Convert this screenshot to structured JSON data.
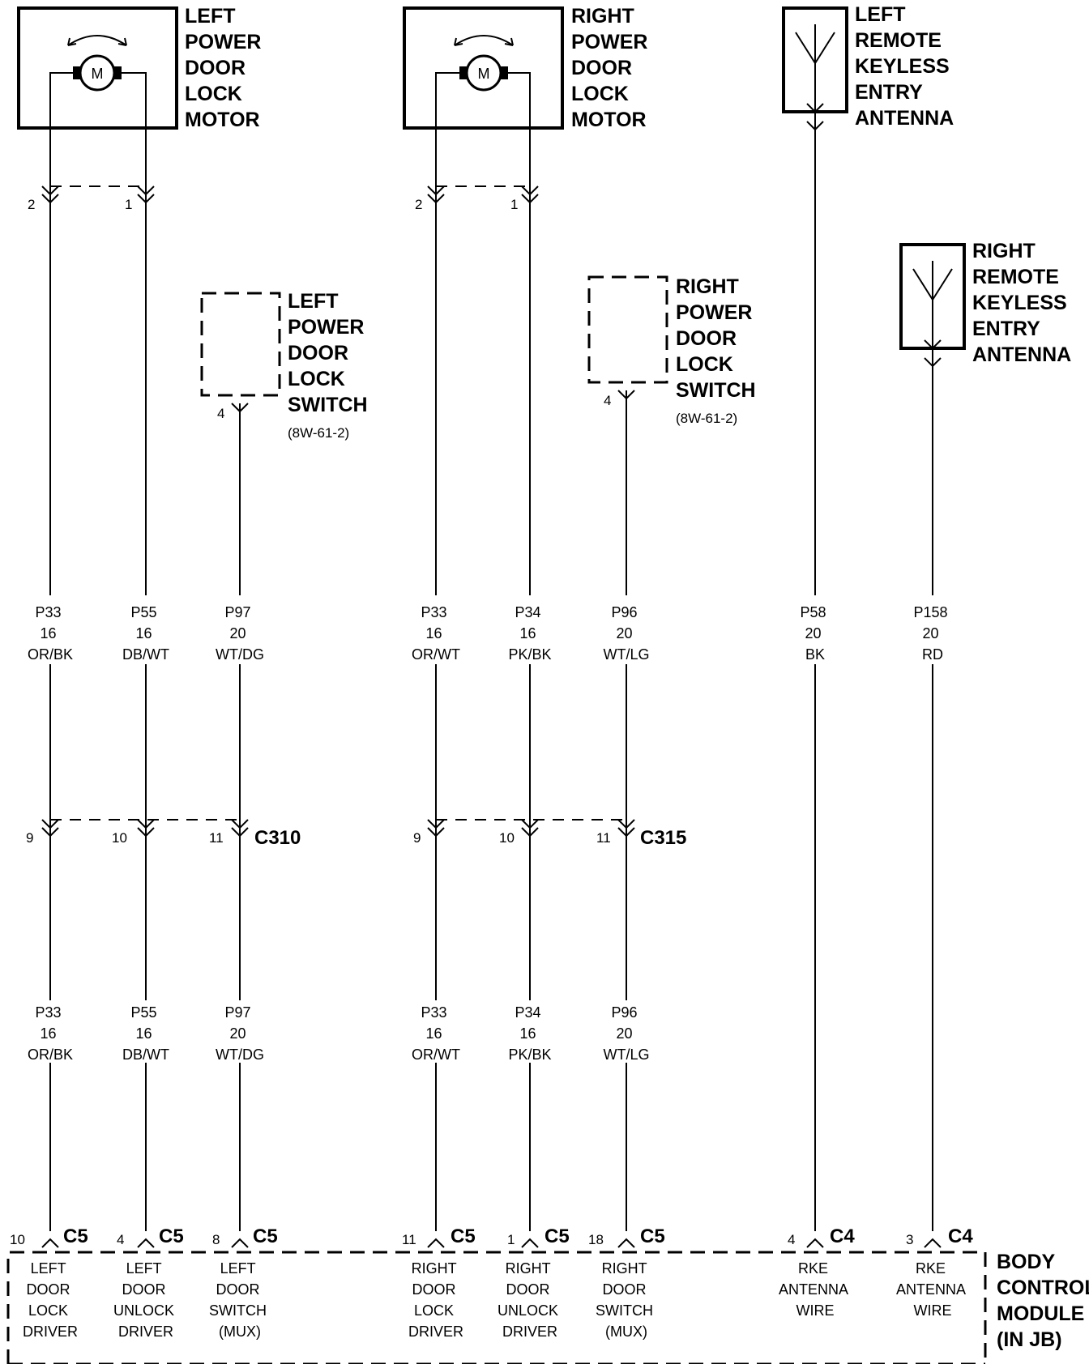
{
  "components": {
    "left_motor": [
      "LEFT",
      "POWER",
      "DOOR",
      "LOCK",
      "MOTOR"
    ],
    "right_motor": [
      "RIGHT",
      "POWER",
      "DOOR",
      "LOCK",
      "MOTOR"
    ],
    "left_antenna": [
      "LEFT",
      "REMOTE",
      "KEYLESS",
      "ENTRY",
      "ANTENNA"
    ],
    "right_antenna": [
      "RIGHT",
      "REMOTE",
      "KEYLESS",
      "ENTRY",
      "ANTENNA"
    ],
    "left_switch": [
      "LEFT",
      "POWER",
      "DOOR",
      "LOCK",
      "SWITCH"
    ],
    "right_switch": [
      "RIGHT",
      "POWER",
      "DOOR",
      "LOCK",
      "SWITCH"
    ],
    "switch_ref": "(8W-61-2)",
    "motor_symbol": "M",
    "bcm": [
      "BODY",
      "CONTROL",
      "MODULE",
      "(IN JB)"
    ]
  },
  "motor_pins": {
    "a": "2",
    "b": "1"
  },
  "switch_pin": "4",
  "connectors": {
    "c310": "C310",
    "c315": "C315"
  },
  "wires_upper": [
    {
      "circuit": "P33",
      "gauge": "16",
      "color": "OR/BK"
    },
    {
      "circuit": "P55",
      "gauge": "16",
      "color": "DB/WT"
    },
    {
      "circuit": "P97",
      "gauge": "20",
      "color": "WT/DG"
    },
    {
      "circuit": "P33",
      "gauge": "16",
      "color": "OR/WT"
    },
    {
      "circuit": "P34",
      "gauge": "16",
      "color": "PK/BK"
    },
    {
      "circuit": "P96",
      "gauge": "20",
      "color": "WT/LG"
    },
    {
      "circuit": "P58",
      "gauge": "20",
      "color": "BK"
    },
    {
      "circuit": "P158",
      "gauge": "20",
      "color": "RD"
    }
  ],
  "wires_lower": [
    {
      "circuit": "P33",
      "gauge": "16",
      "color": "OR/BK"
    },
    {
      "circuit": "P55",
      "gauge": "16",
      "color": "DB/WT"
    },
    {
      "circuit": "P97",
      "gauge": "20",
      "color": "WT/DG"
    },
    {
      "circuit": "P33",
      "gauge": "16",
      "color": "OR/WT"
    },
    {
      "circuit": "P34",
      "gauge": "16",
      "color": "PK/BK"
    },
    {
      "circuit": "P96",
      "gauge": "20",
      "color": "WT/LG"
    }
  ],
  "mid_pins": [
    "9",
    "10",
    "11",
    "9",
    "10",
    "11"
  ],
  "bcm_pins": [
    {
      "pin": "10",
      "conn": "C5",
      "label": [
        "LEFT",
        "DOOR",
        "LOCK",
        "DRIVER"
      ]
    },
    {
      "pin": "4",
      "conn": "C5",
      "label": [
        "LEFT",
        "DOOR",
        "UNLOCK",
        "DRIVER"
      ]
    },
    {
      "pin": "8",
      "conn": "C5",
      "label": [
        "LEFT",
        "DOOR",
        "SWITCH",
        "(MUX)"
      ]
    },
    {
      "pin": "11",
      "conn": "C5",
      "label": [
        "RIGHT",
        "DOOR",
        "LOCK",
        "DRIVER"
      ]
    },
    {
      "pin": "1",
      "conn": "C5",
      "label": [
        "RIGHT",
        "DOOR",
        "UNLOCK",
        "DRIVER"
      ]
    },
    {
      "pin": "18",
      "conn": "C5",
      "label": [
        "RIGHT",
        "DOOR",
        "SWITCH",
        "(MUX)"
      ]
    },
    {
      "pin": "4",
      "conn": "C4",
      "label": [
        "RKE",
        "ANTENNA",
        "WIRE"
      ]
    },
    {
      "pin": "3",
      "conn": "C4",
      "label": [
        "RKE",
        "ANTENNA",
        "WIRE"
      ]
    }
  ]
}
